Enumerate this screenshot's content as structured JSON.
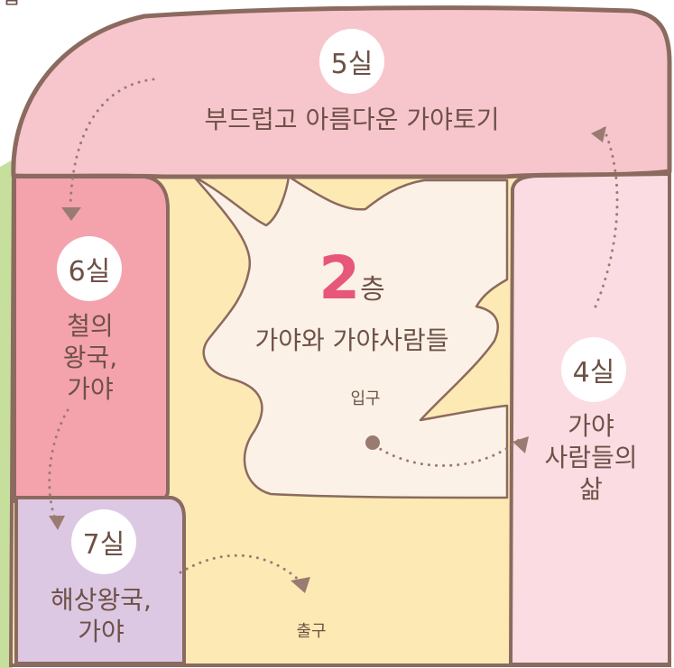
{
  "colors": {
    "outline": "#8b6a5f",
    "text": "#6e5147",
    "room5": "#f7c6cd",
    "room6": "#f4a3ad",
    "room7": "#dcc8e3",
    "room4": "#fbdce2",
    "floor_fill": "#fde9b3",
    "center_fill": "#fcf1e6",
    "highlight": "#e7577a",
    "outside_green": "#c7df9c"
  },
  "corner_label": "십",
  "floor": {
    "number": "2",
    "suffix": "층",
    "title": "가야와 가야사람들",
    "entrance": "입구",
    "exit": "출구"
  },
  "rooms": [
    {
      "badge": "5실",
      "title_lines": [
        "부드럽고 아름다운 가야토기"
      ]
    },
    {
      "badge": "6실",
      "title_lines": [
        "철의",
        "왕국,",
        "가야"
      ]
    },
    {
      "badge": "7실",
      "title_lines": [
        "해상왕국,",
        "가야"
      ]
    },
    {
      "badge": "4실",
      "title_lines": [
        "가야",
        "사람들의",
        "삶"
      ]
    }
  ]
}
